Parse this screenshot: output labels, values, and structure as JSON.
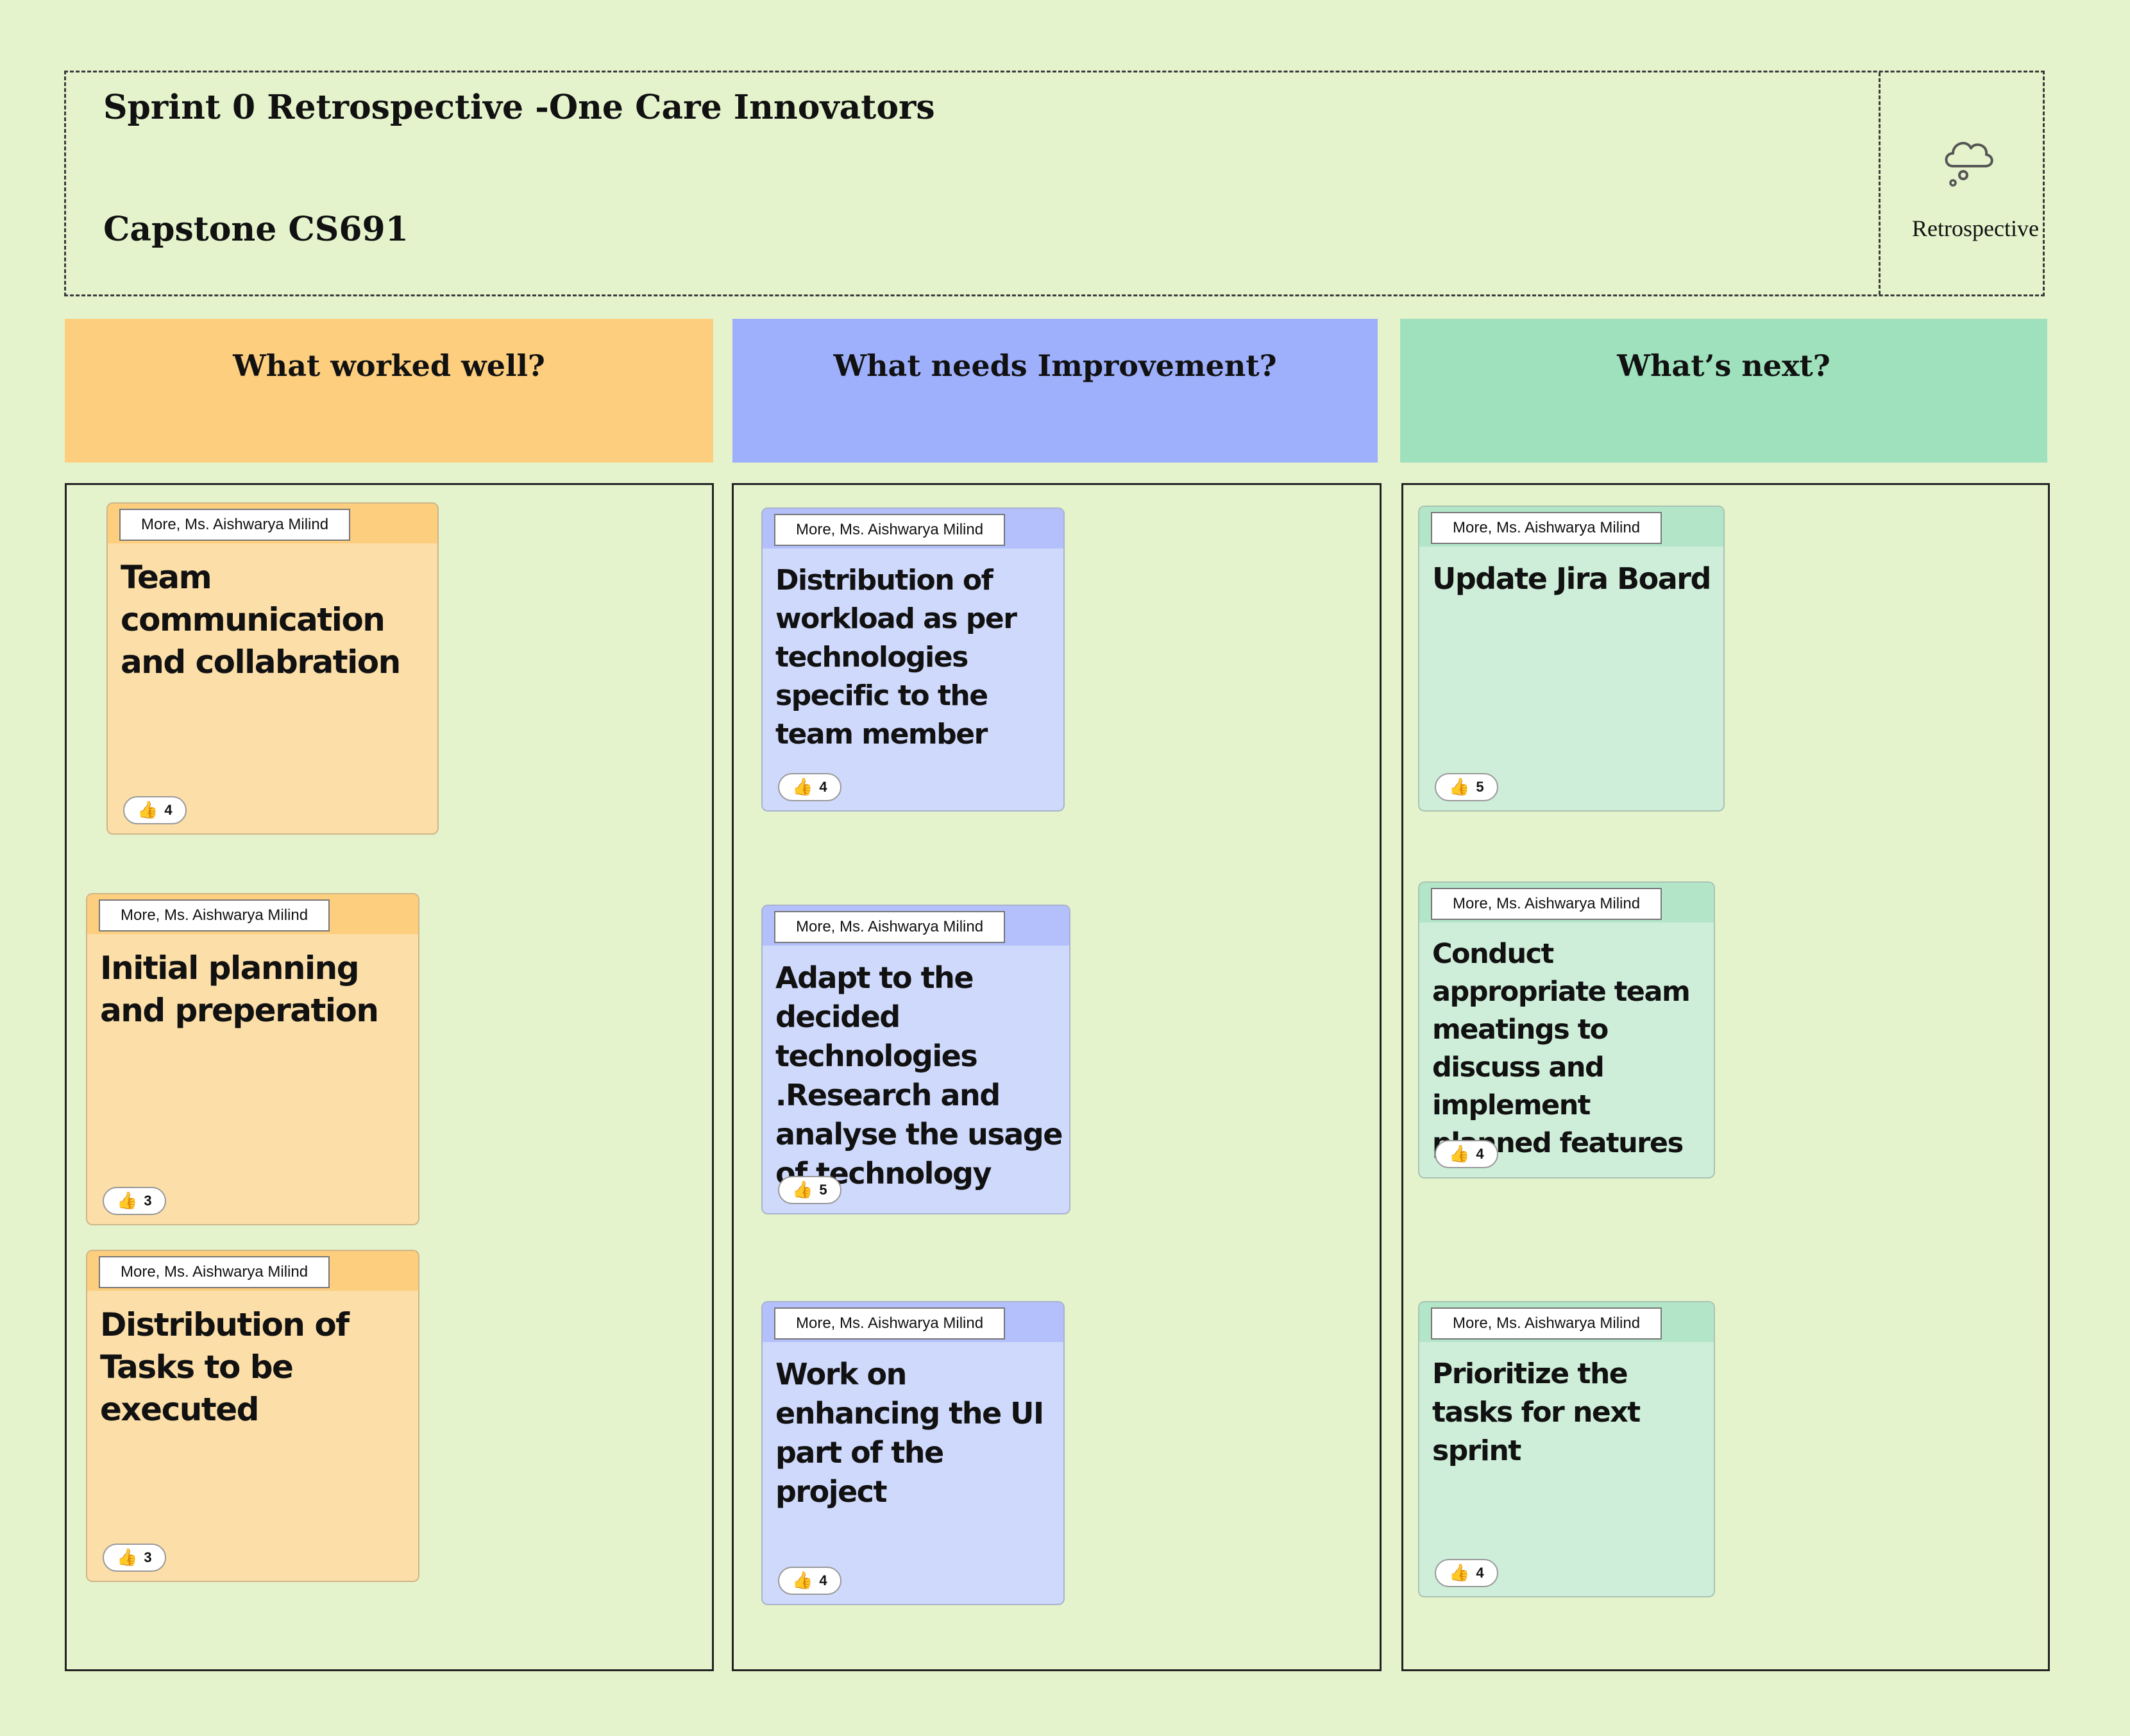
{
  "board": {
    "title": "Sprint 0 Retrospective -One Care Innovators",
    "subtitle": "Capstone CS691",
    "template_icon": "thought-cloud-icon",
    "template_label": "Retrospective"
  },
  "colors": {
    "background": "#e5f3cc",
    "col1_header": "#fcce7e",
    "col2_header": "#9eaffb",
    "col3_header": "#9fe0bd"
  },
  "columns": [
    {
      "title": "What worked well?",
      "cards": [
        {
          "author": "More, Ms. Aishwarya Milind",
          "text": "Team communication and collabration",
          "votes": "4",
          "vote_icon": "thumbs-up-icon"
        },
        {
          "author": "More, Ms. Aishwarya Milind",
          "text": "Initial planning and preperation",
          "votes": "3",
          "vote_icon": "thumbs-up-icon"
        },
        {
          "author": "More, Ms. Aishwarya Milind",
          "text": "Distribution of Tasks to be executed",
          "votes": "3",
          "vote_icon": "thumbs-up-icon"
        }
      ]
    },
    {
      "title": "What needs Improvement?",
      "cards": [
        {
          "author": "More, Ms. Aishwarya Milind",
          "text": "Distribution of workload as per technologies specific to the team member",
          "votes": "4",
          "vote_icon": "thumbs-up-icon"
        },
        {
          "author": "More, Ms. Aishwarya Milind",
          "text": "Adapt to the decided technologies .Research and analyse the usage of technology",
          "votes": "5",
          "vote_icon": "thumbs-up-icon"
        },
        {
          "author": "More, Ms. Aishwarya Milind",
          "text": "Work on enhancing the UI part of the project",
          "votes": "4",
          "vote_icon": "thumbs-up-icon"
        }
      ]
    },
    {
      "title": "What’s next?",
      "cards": [
        {
          "author": "More, Ms. Aishwarya Milind",
          "text": "Update Jira Board",
          "votes": "5",
          "vote_icon": "thumbs-up-icon"
        },
        {
          "author": "More, Ms. Aishwarya Milind",
          "text": "Conduct appropriate team meatings to discuss and implement planned features",
          "votes": "4",
          "vote_icon": "thumbs-up-icon"
        },
        {
          "author": "More, Ms. Aishwarya Milind",
          "text": "Prioritize  the tasks for next sprint",
          "votes": "4",
          "vote_icon": "thumbs-up-icon"
        }
      ]
    }
  ]
}
